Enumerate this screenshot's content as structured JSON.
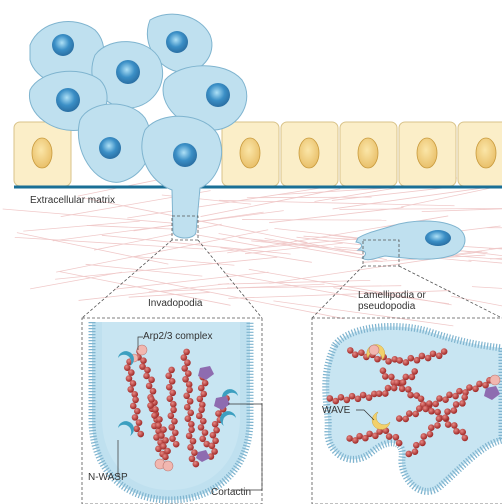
{
  "labels": {
    "extracellular_matrix": "Extracellular matrix",
    "invadopodia": "Invadopodia",
    "lamellipodia_line1": "Lamellipodia or",
    "lamellipodia_line2": "pseudopodia",
    "arp23_complex": "Arp2/3 complex",
    "wave": "WAVE",
    "n_wasp": "N-WASP",
    "cortactin": "Cortactin"
  },
  "colors": {
    "tumour_cell": "#bfe0ef",
    "tumour_cell_outline": "#7fb4cf",
    "nucleus": "#3b8fc6",
    "epithelial_cell": "#fbeec8",
    "epithelial_nucleus": "#f2d282",
    "basement_membrane": "#1a6f96",
    "matrix_fibres": "#f0c8c8",
    "actin_filament": "#b8312f",
    "arp23": "#e9a8a2",
    "wasp_protein": "#3c9fc0",
    "wave_protein": "#f2d06b",
    "cortactin_protein": "#8e6cb0"
  }
}
